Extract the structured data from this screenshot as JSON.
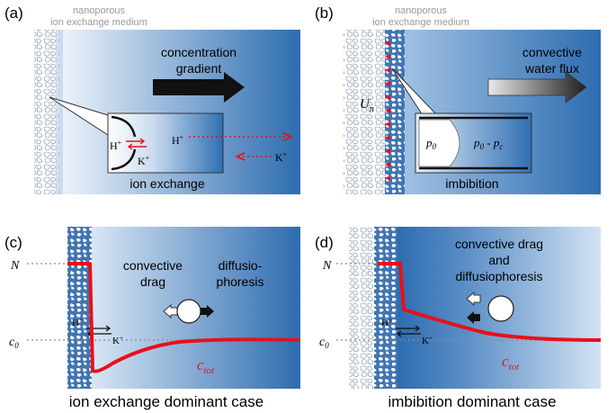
{
  "panels": {
    "a": {
      "letter": "(a)",
      "medium_label_1": "nanoporous",
      "medium_label_2": "ion exchange medium",
      "arrow_label_1": "concentration",
      "arrow_label_2": "gradient",
      "inset_h": "H",
      "inset_h_sup": "+",
      "inset_k": "K",
      "inset_k_sup": "+",
      "h_label": "H",
      "h_sup": "+",
      "k_label": "K",
      "k_sup": "+",
      "caption": "ion exchange"
    },
    "b": {
      "letter": "(b)",
      "medium_label_1": "nanoporous",
      "medium_label_2": "ion exchange medium",
      "arrow_label_1": "convective",
      "arrow_label_2": "water flux",
      "u_symbol": "U",
      "u_sub": "n",
      "p0": "p",
      "p0_sub": "0",
      "p0pc_a": "p",
      "p0pc_a_sub": "0",
      "p0pc_dash": " - ",
      "p0pc_b": "p",
      "p0pc_b_sub": "c",
      "caption": "imbibition"
    },
    "c": {
      "letter": "(c)",
      "n_label": "N",
      "c0_label": "c",
      "c0_sub": "0",
      "text1_1": "convective",
      "text1_2": "drag",
      "text2_1": "diffusio-",
      "text2_2": "phoresis",
      "h_label": "H",
      "h_sup": "+",
      "k_label": "K",
      "k_sup": "+",
      "ctot": "c",
      "ctot_sub": "tot",
      "caption": "ion exchange dominant case"
    },
    "d": {
      "letter": "(d)",
      "n_label": "N",
      "c0_label": "c",
      "c0_sub": "0",
      "text1_1": "convective drag",
      "text1_2": "and",
      "text1_3": "diffusiophoresis",
      "h_label": "H",
      "h_sup": "+",
      "k_label": "K",
      "k_sup": "+",
      "ctot": "c",
      "ctot_sub": "tot",
      "caption": "imbibition dominant case"
    }
  },
  "colors": {
    "blue_dark": "#2f6fb3",
    "blue_light": "#e8f0f9",
    "red": "#e8101a",
    "gray_label": "#9a9a9a",
    "dotted": "#8c8c8c"
  }
}
